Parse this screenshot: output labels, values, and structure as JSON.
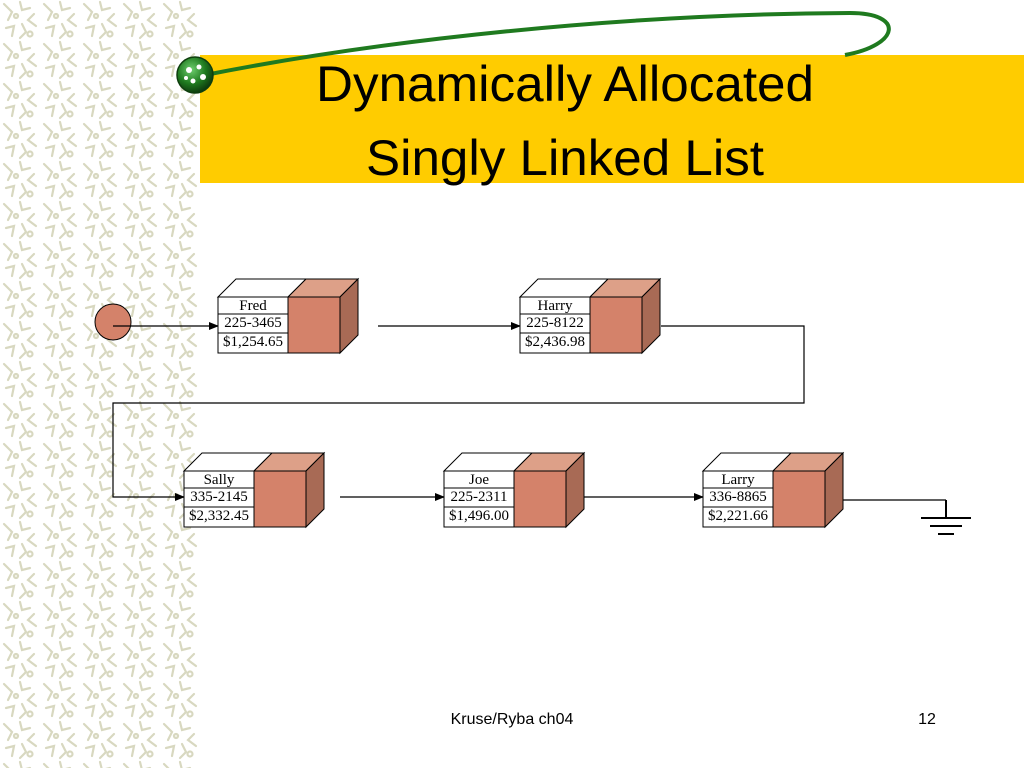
{
  "slide": {
    "title_line1": "Dynamically Allocated",
    "title_line2": "Singly Linked List",
    "footer_left": "Kruse/Ryba ch04",
    "page_number": "12"
  },
  "colors": {
    "banner": "#FFCC00",
    "node_front": "#D4826A",
    "node_top": "#DDA088",
    "node_side": "#A86A55",
    "head": "#D4826A",
    "swoosh": "#1F7A1F",
    "pattern": "#D8D8C0"
  },
  "nodes": [
    {
      "name": "Fred",
      "phone": "225-3465",
      "amount": "$1,254.65"
    },
    {
      "name": "Harry",
      "phone": "225-8122",
      "amount": "$2,436.98"
    },
    {
      "name": "Sally",
      "phone": "335-2145",
      "amount": "$2,332.45"
    },
    {
      "name": "Joe",
      "phone": "225-2311",
      "amount": "$1,496.00"
    },
    {
      "name": "Larry",
      "phone": "336-8865",
      "amount": "$2,221.66"
    }
  ],
  "icons": {
    "head": "head-pointer-circle-icon",
    "null_terminator": "ground-symbol-icon",
    "logo": "green-orb-icon"
  }
}
